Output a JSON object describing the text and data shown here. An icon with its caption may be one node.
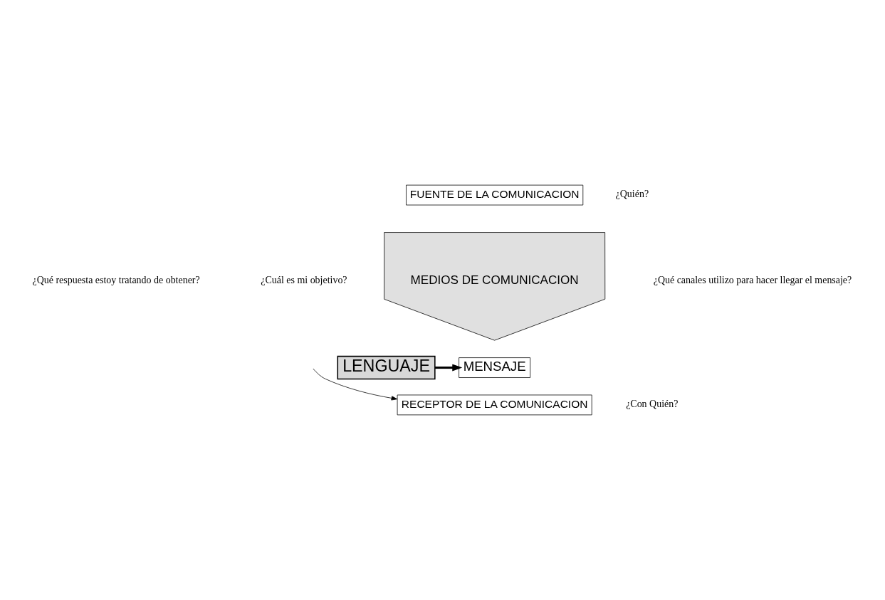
{
  "diagram": {
    "nodes": [
      {
        "text": [
          "FUENTE DE LA COMUNICACION"
        ]
      },
      {
        "text": [
          "MEDIOS DE COMUNICACION"
        ]
      },
      {
        "text": [
          "MENSAJE"
        ]
      },
      {
        "text": [
          "LENGUAJE"
        ]
      },
      {
        "text": [
          "RECEPTOR DE LA COMUNICACION"
        ]
      }
    ],
    "edges": [
      {
        "from": 3,
        "to": 2,
        "arrow": "to",
        "style": "thick"
      },
      {
        "from": null,
        "to": 4,
        "arrow": "to"
      }
    ],
    "labels": [
      "¿Cuál es mi objetivo?",
      "¿Qué respuesta estoy tratando de obtener?",
      "¿Quién?",
      "¿Qué canales utilizo para hacer llegar el mensaje?",
      "¿Con Quién?"
    ]
  }
}
